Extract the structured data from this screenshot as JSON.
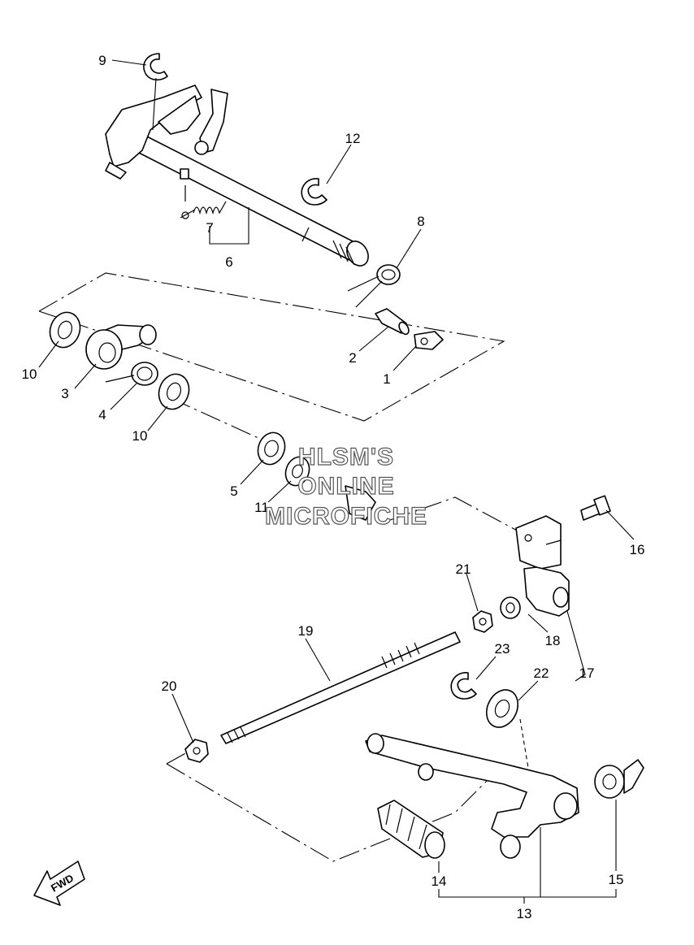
{
  "callouts": [
    {
      "id": "c1",
      "label": "1"
    },
    {
      "id": "c2",
      "label": "2"
    },
    {
      "id": "c3",
      "label": "3"
    },
    {
      "id": "c4",
      "label": "4"
    },
    {
      "id": "c5",
      "label": "5"
    },
    {
      "id": "c6",
      "label": "6"
    },
    {
      "id": "c7",
      "label": "7"
    },
    {
      "id": "c8",
      "label": "8"
    },
    {
      "id": "c9",
      "label": "9"
    },
    {
      "id": "c10a",
      "label": "10"
    },
    {
      "id": "c10b",
      "label": "10"
    },
    {
      "id": "c11",
      "label": "11"
    },
    {
      "id": "c12",
      "label": "12"
    },
    {
      "id": "c13",
      "label": "13"
    },
    {
      "id": "c14",
      "label": "14"
    },
    {
      "id": "c15",
      "label": "15"
    },
    {
      "id": "c16",
      "label": "16"
    },
    {
      "id": "c17",
      "label": "17"
    },
    {
      "id": "c18",
      "label": "18"
    },
    {
      "id": "c19",
      "label": "19"
    },
    {
      "id": "c20",
      "label": "20"
    },
    {
      "id": "c21",
      "label": "21"
    },
    {
      "id": "c22",
      "label": "22"
    },
    {
      "id": "c23",
      "label": "23"
    }
  ],
  "watermark": {
    "line1": "HLSM'S",
    "line2": "ONLINE",
    "line3": "MICROFICHE"
  },
  "fwd_label": "FWD"
}
